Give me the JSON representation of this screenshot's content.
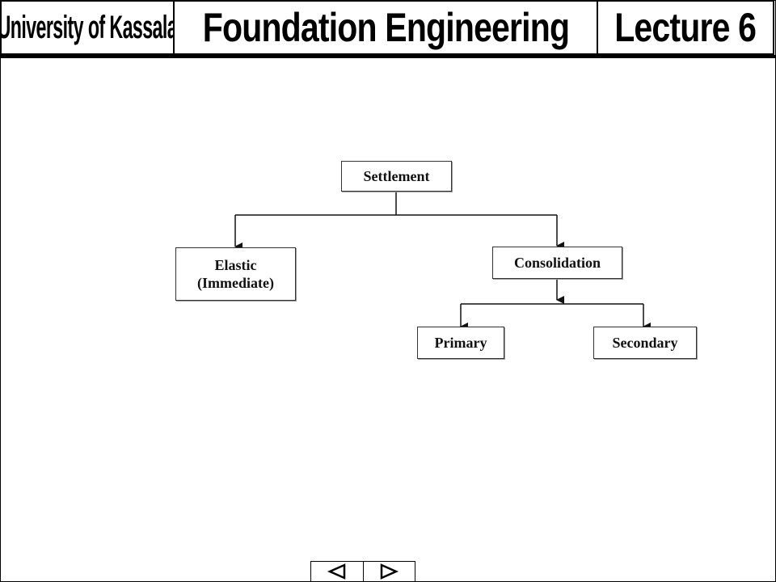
{
  "header": {
    "university": "University of Kassala",
    "course": "Foundation Engineering",
    "lecture": "Lecture 6"
  },
  "diagram": {
    "root": "Settlement",
    "elastic_line1": "Elastic",
    "elastic_line2": "(Immediate)",
    "consolidation": "Consolidation",
    "primary": "Primary",
    "secondary": "Secondary"
  },
  "nav": {
    "prev_icon": "left-triangle",
    "next_icon": "right-triangle"
  }
}
